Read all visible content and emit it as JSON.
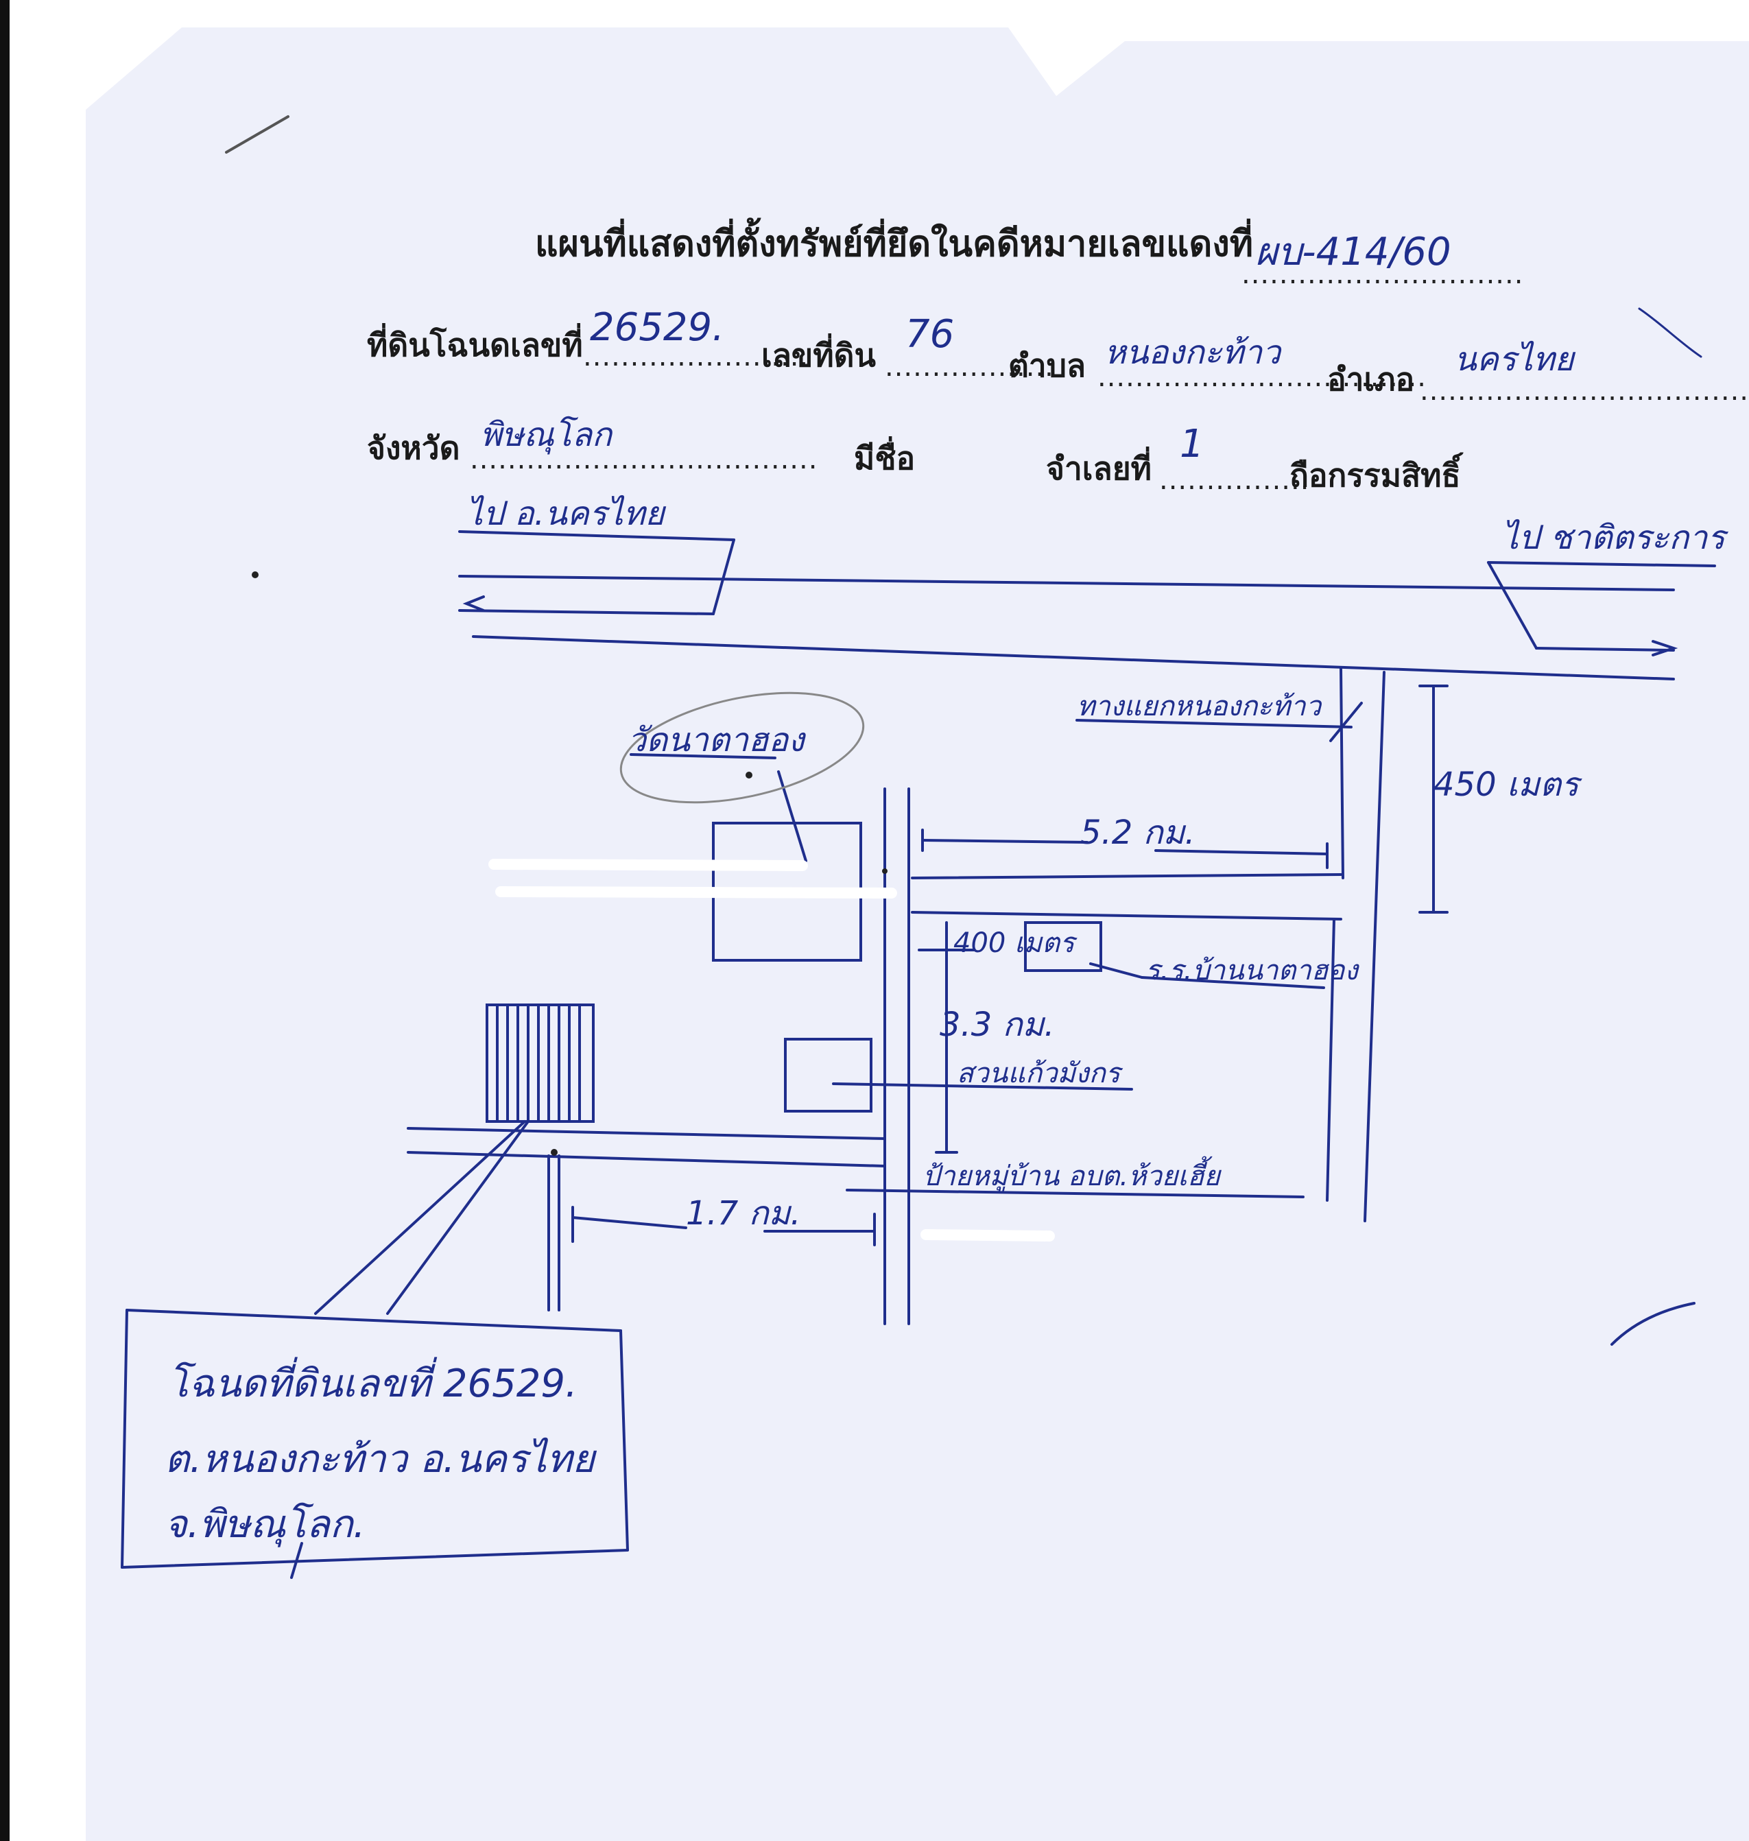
{
  "form": {
    "title": "แผนที่แสดงที่ตั้งทรัพย์ที่ยึดในคดีหมายเลขแดงที่",
    "case_number": "ผบ-414/60",
    "deed_label": "ที่ดินโฉนดเลขที่",
    "deed_number": "26529.",
    "land_no_label": "เลขที่ดิน",
    "land_no": "76",
    "subdistrict_label": "ตำบล",
    "subdistrict": "หนองกะท้าว",
    "district_label": "อำเภอ",
    "district": "นครไทย",
    "province_label": "จังหวัด",
    "province": "พิษณุโลก",
    "has_name_label": "มีชื่อ",
    "mortgage_no_label": "จำเลยที่",
    "mortgage_no": "1",
    "ownership_label": "ถือกรรมสิทธิ์"
  },
  "map": {
    "to_west": "ไป อ.นครไทย",
    "to_east": "ไป ชาติตระการ",
    "temple": "วัดนาตาฮอง",
    "junction": "ทางแยกหนองกะท้าว",
    "dist_450": "450 เมตร",
    "dist_5": "5.2 กม.",
    "dist_400": "400 เมตร",
    "school": "ร.ร.บ้านนาตาฮอง",
    "dist_3": "3.3 กม.",
    "garden": "สวนแก้วมังกร",
    "bus_stop": "ป้ายหมู่บ้าน อบต.ห้วยเฮี้ย",
    "dist_1": "1.7 กม.",
    "legend_line1": "โฉนดที่ดินเลขที่ 26529.",
    "legend_line2": "ต.หนองกะท้าว อ.นครไทย",
    "legend_line3": "จ.พิษณุโลก."
  },
  "colors": {
    "ink": "#1f2e8c",
    "print": "#1a1a1a",
    "paper": "#eef0fa"
  }
}
